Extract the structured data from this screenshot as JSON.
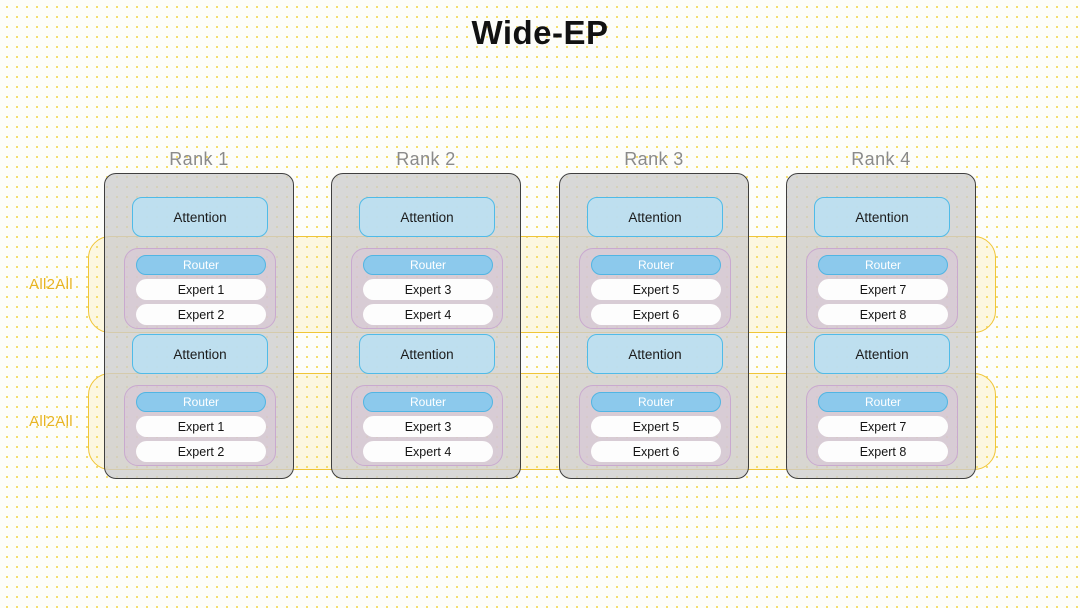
{
  "title": "Wide-EP",
  "all2all": {
    "label": "All2All",
    "bands": [
      {
        "name": "all2all-band-top",
        "label": "All2All"
      },
      {
        "name": "all2all-band-bottom",
        "label": "All2All"
      }
    ],
    "color": "#f0c537"
  },
  "colors": {
    "background": "#fdfdfa",
    "dot_grid": "#f2d84a",
    "rank_border": "#3f3f3f",
    "rank_fill": "#cdcdcd",
    "rank_label": "#8a8a8a",
    "attention_border": "#4fbbe8",
    "attention_fill": "#bae1f3",
    "router_fill": "#8cc9ec",
    "router_text": "#ffffff",
    "expert_fill": "#fdfdfd",
    "moe_border": "#c9a9cf",
    "moe_fill": "#d8bedc",
    "all2all_label": "#e8b423",
    "title_text": "#111111"
  },
  "ranks": [
    {
      "label": "Rank 1",
      "layers": [
        {
          "attention": "Attention",
          "router": "Router",
          "experts": [
            "Expert 1",
            "Expert 2"
          ]
        },
        {
          "attention": "Attention",
          "router": "Router",
          "experts": [
            "Expert 1",
            "Expert 2"
          ]
        }
      ]
    },
    {
      "label": "Rank 2",
      "layers": [
        {
          "attention": "Attention",
          "router": "Router",
          "experts": [
            "Expert 3",
            "Expert 4"
          ]
        },
        {
          "attention": "Attention",
          "router": "Router",
          "experts": [
            "Expert 3",
            "Expert 4"
          ]
        }
      ]
    },
    {
      "label": "Rank 3",
      "layers": [
        {
          "attention": "Attention",
          "router": "Router",
          "experts": [
            "Expert 5",
            "Expert 6"
          ]
        },
        {
          "attention": "Attention",
          "router": "Router",
          "experts": [
            "Expert 5",
            "Expert 6"
          ]
        }
      ]
    },
    {
      "label": "Rank 4",
      "layers": [
        {
          "attention": "Attention",
          "router": "Router",
          "experts": [
            "Expert 7",
            "Expert 8"
          ]
        },
        {
          "attention": "Attention",
          "router": "Router",
          "experts": [
            "Expert 7",
            "Expert 8"
          ]
        }
      ]
    }
  ]
}
